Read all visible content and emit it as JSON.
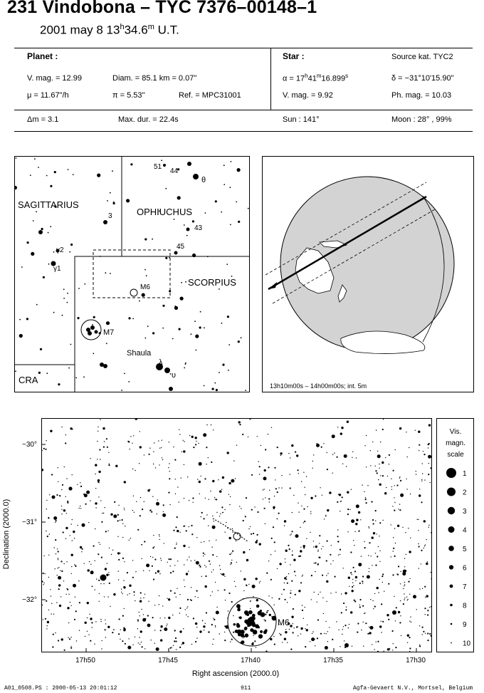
{
  "header": {
    "title": "231 Vindobona  –  TYC 7376–00148–1",
    "date": "2001 may  8  13",
    "time_h": "h",
    "time_m_value": "34.6",
    "time_m": "m",
    "ut": " U.T."
  },
  "planet": {
    "heading": "Planet :",
    "vmag": "V. mag. = 12.99",
    "diam": "Diam. = 85.1 km = 0.07\"",
    "mu": "μ =  11.67\"/h",
    "pi": "π =  5.53\"",
    "ref": "Ref. = MPC31001"
  },
  "star": {
    "heading": "Star :",
    "source": "Source kat.  TYC2",
    "alpha_a": "α = 17",
    "alpha_h": "h",
    "alpha_b": "41",
    "alpha_m": "m",
    "alpha_c": "16.899",
    "alpha_s": "s",
    "delta": "δ = −31°10'15.90\"",
    "vmag": "V. mag. =  9.92",
    "phmag": "Ph. mag. = 10.03"
  },
  "event": {
    "dm": "Δm = 3.1",
    "maxdur": "Max. dur. = 22.4s",
    "sun": "Sun : 141°",
    "moon": "Moon :  28° , 99%"
  },
  "finder": {
    "sagittarius": "SAGITTARIUS",
    "ophiuchus": "OPHIUCHUS",
    "scorpius": "SCORPIUS",
    "cra": "CRA",
    "m6": "M6",
    "m7": "M7",
    "shaula": "Shaula",
    "lambda": "λ",
    "upsilon": "υ",
    "theta": "θ",
    "n51": "51",
    "n44": "44",
    "n3": "3",
    "n43": "43",
    "n45": "45",
    "gamma2": "γ2",
    "gamma1": "γ1"
  },
  "globe": {
    "caption": "13h10m00s – 14h00m00s; int.  5m"
  },
  "detail": {
    "m6": "M6",
    "ylabel": "Declination (2000.0)",
    "xlabel": "Right ascension (2000.0)",
    "yticks": [
      "−30°",
      "−31°",
      "−32°"
    ],
    "xticks": [
      "17h50",
      "17h45",
      "17h40",
      "17h35",
      "17h30"
    ]
  },
  "scale": {
    "title1": "Vis.",
    "title2": "magn.",
    "title3": "scale",
    "labels": [
      "1",
      "2",
      "3",
      "4",
      "5",
      "6",
      "7",
      "8",
      "9",
      "10"
    ]
  },
  "footer": {
    "left": "A01_0508.PS : 2000-05-13 20:01:12",
    "mid": "911",
    "right": "Agfa-Gevaert N.V., Mortsel, Belgium"
  }
}
